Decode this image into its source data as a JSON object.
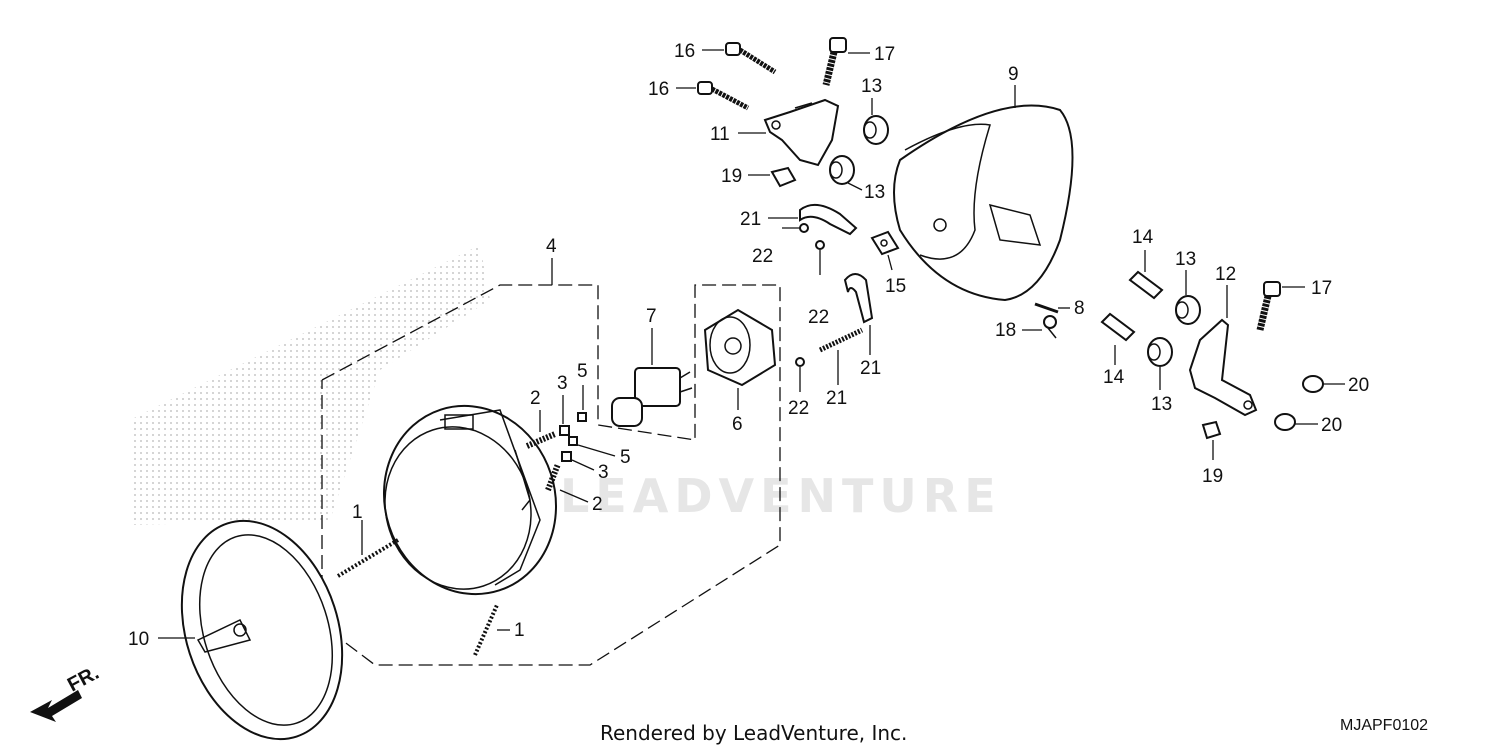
{
  "diagram": {
    "watermark_text": "LEADVENTURE",
    "direction_label": "FR.",
    "footer_text": "Rendered by LeadVenture, Inc.",
    "diagram_code": "MJAPF0102",
    "callouts": [
      {
        "id": "c1a",
        "text": "1"
      },
      {
        "id": "c1b",
        "text": "1"
      },
      {
        "id": "c2a",
        "text": "2"
      },
      {
        "id": "c2b",
        "text": "2"
      },
      {
        "id": "c3a",
        "text": "3"
      },
      {
        "id": "c3b",
        "text": "3"
      },
      {
        "id": "c4",
        "text": "4"
      },
      {
        "id": "c5a",
        "text": "5"
      },
      {
        "id": "c5b",
        "text": "5"
      },
      {
        "id": "c6",
        "text": "6"
      },
      {
        "id": "c7",
        "text": "7"
      },
      {
        "id": "c8",
        "text": "8"
      },
      {
        "id": "c9",
        "text": "9"
      },
      {
        "id": "c10",
        "text": "10"
      },
      {
        "id": "c11",
        "text": "11"
      },
      {
        "id": "c12",
        "text": "12"
      },
      {
        "id": "c13a",
        "text": "13"
      },
      {
        "id": "c13b",
        "text": "13"
      },
      {
        "id": "c13c",
        "text": "13"
      },
      {
        "id": "c13d",
        "text": "13"
      },
      {
        "id": "c14a",
        "text": "14"
      },
      {
        "id": "c14b",
        "text": "14"
      },
      {
        "id": "c15",
        "text": "15"
      },
      {
        "id": "c16a",
        "text": "16"
      },
      {
        "id": "c16b",
        "text": "16"
      },
      {
        "id": "c17a",
        "text": "17"
      },
      {
        "id": "c17b",
        "text": "17"
      },
      {
        "id": "c18",
        "text": "18"
      },
      {
        "id": "c19a",
        "text": "19"
      },
      {
        "id": "c19b",
        "text": "19"
      },
      {
        "id": "c20a",
        "text": "20"
      },
      {
        "id": "c20b",
        "text": "20"
      },
      {
        "id": "c21a",
        "text": "21"
      },
      {
        "id": "c21b",
        "text": "21"
      },
      {
        "id": "c21c",
        "text": "21"
      },
      {
        "id": "c22a",
        "text": "22"
      },
      {
        "id": "c22b",
        "text": "22"
      },
      {
        "id": "c22c",
        "text": "22"
      }
    ]
  }
}
